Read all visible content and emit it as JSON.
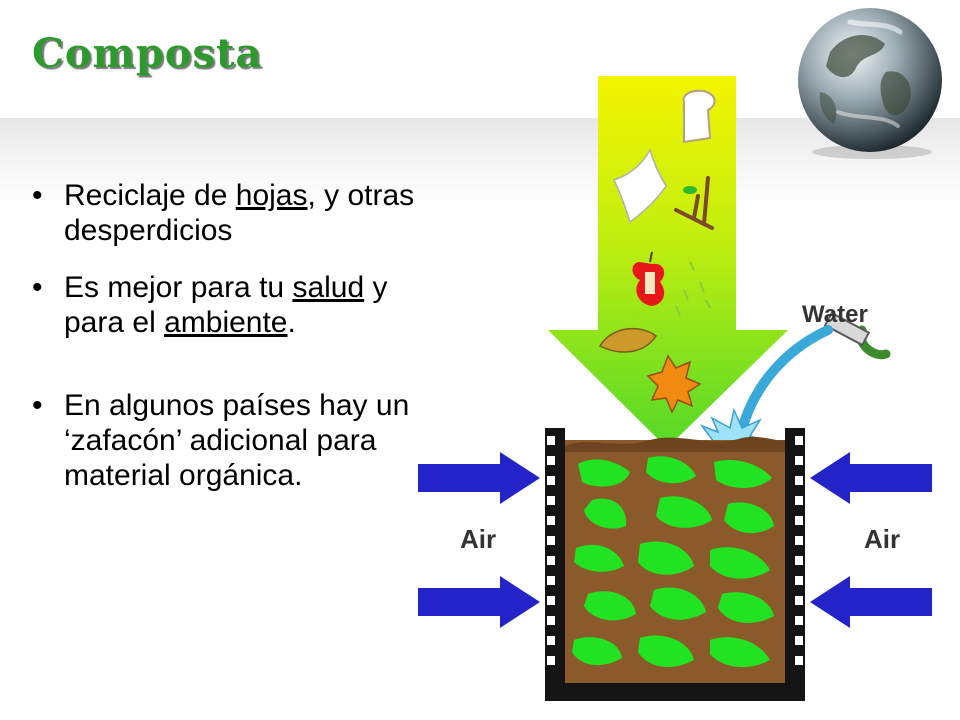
{
  "slide": {
    "title": "Composta",
    "bullets": [
      {
        "before": "Reciclaje de ",
        "link": "hojas",
        "after": ", y otras desperdicios"
      },
      {
        "before": "Es mejor para tu ",
        "link1": "salud",
        "middle": " y para el ",
        "link2": "ambiente",
        "after": "."
      },
      {
        "text": "En algunos países hay un ‘zafacón’ adicional para material orgánica."
      }
    ]
  },
  "diagram": {
    "water_label": "Water",
    "air_left_label": "Air",
    "air_right_label": "Air"
  },
  "colors": {
    "title_green": "#2e9a2e",
    "compost_green": "#22e322",
    "soil_brown": "#8a5a2b",
    "air_arrow_blue": "#2323c8",
    "hose_green": "#3c8c2c",
    "water_blue": "#3aa8d8"
  },
  "icons": [
    "globe-icon",
    "bread-slice-icon",
    "paper-icon",
    "twig-icon",
    "apple-core-icon",
    "leaf-icon",
    "maple-leaf-icon",
    "hose-icon"
  ]
}
